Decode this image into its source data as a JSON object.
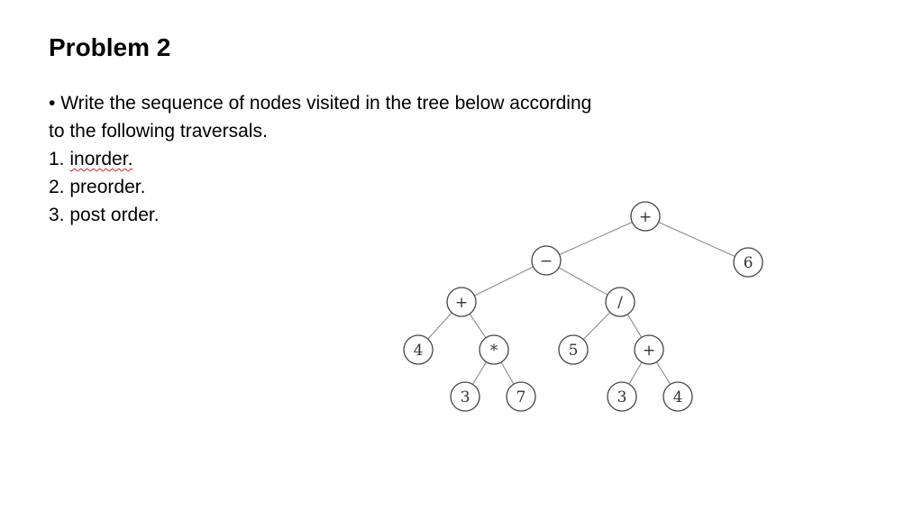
{
  "title": "Problem 2",
  "bullet": "•",
  "intro_line1": "Write the sequence of nodes visited in the tree below according",
  "intro_line2": "to the following traversals.",
  "items": [
    {
      "number": "1.",
      "label": "inorder."
    },
    {
      "number": "2.",
      "label": "preorder."
    },
    {
      "number": "3.",
      "label": "post order."
    }
  ],
  "tree": {
    "nodes": [
      {
        "id": "root",
        "label": "+"
      },
      {
        "id": "minus",
        "label": "−"
      },
      {
        "id": "six",
        "label": "6"
      },
      {
        "id": "plus-left",
        "label": "+"
      },
      {
        "id": "divide",
        "label": "/"
      },
      {
        "id": "four-left",
        "label": "4"
      },
      {
        "id": "times",
        "label": "*"
      },
      {
        "id": "five",
        "label": "5"
      },
      {
        "id": "plus-right",
        "label": "+"
      },
      {
        "id": "three-left",
        "label": "3"
      },
      {
        "id": "seven",
        "label": "7"
      },
      {
        "id": "three-right",
        "label": "3"
      },
      {
        "id": "four-right",
        "label": "4"
      }
    ],
    "edges": [
      [
        "root",
        "minus"
      ],
      [
        "root",
        "six"
      ],
      [
        "minus",
        "plus-left"
      ],
      [
        "minus",
        "divide"
      ],
      [
        "plus-left",
        "four-left"
      ],
      [
        "plus-left",
        "times"
      ],
      [
        "times",
        "three-left"
      ],
      [
        "times",
        "seven"
      ],
      [
        "divide",
        "five"
      ],
      [
        "divide",
        "plus-right"
      ],
      [
        "plus-right",
        "three-right"
      ],
      [
        "plus-right",
        "four-right"
      ]
    ]
  }
}
